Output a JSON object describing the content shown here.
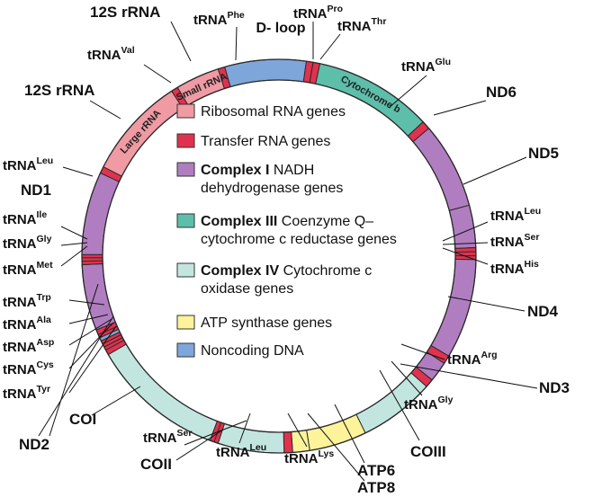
{
  "colors": {
    "rrna": "#F09AA3",
    "trna": "#E0324E",
    "complex1": "#B07EC0",
    "complex3": "#5DBFAA",
    "complex4": "#C2E6DF",
    "atp": "#FCF39A",
    "noncoding": "#7FA6DA",
    "outline": "#2a2a2a"
  },
  "arc_labels": {
    "small_rrna": "Small rRNA",
    "large_rrna": "Large rRNA",
    "cytb": "Cytochrome b",
    "dloop": "D- loop"
  },
  "legend": [
    {
      "key": "rrna",
      "bold": "",
      "text": "Ribosomal RNA genes",
      "text2": ""
    },
    {
      "key": "trna",
      "bold": "",
      "text": "Transfer RNA genes",
      "text2": ""
    },
    {
      "key": "complex1",
      "bold": "Complex I",
      "text": " NADH",
      "text2": "dehydrogenase genes"
    },
    {
      "key": "complex3",
      "bold": "Complex III",
      "text": " Coenzyme Q–",
      "text2": "cytochrome c reductase genes"
    },
    {
      "key": "complex4",
      "bold": "Complex IV",
      "text": " Cytochrome c",
      "text2": "oxidase genes"
    },
    {
      "key": "atp",
      "bold": "",
      "text": "ATP synthase genes",
      "text2": ""
    },
    {
      "key": "noncoding",
      "bold": "",
      "text": "Noncoding DNA",
      "text2": ""
    }
  ],
  "labels": {
    "s12_top": "12S rRNA",
    "s12_left": "12S rRNA",
    "trna_phe": {
      "base": "tRNA",
      "sup": "Phe"
    },
    "trna_pro": {
      "base": "tRNA",
      "sup": "Pro"
    },
    "trna_thr": {
      "base": "tRNA",
      "sup": "Thr"
    },
    "trna_val": {
      "base": "tRNA",
      "sup": "Val"
    },
    "trna_glu": {
      "base": "tRNA",
      "sup": "Glu"
    },
    "nd6": "ND6",
    "nd5": "ND5",
    "trna_leu_r": {
      "base": "tRNA",
      "sup": "Leu"
    },
    "trna_ser_r": {
      "base": "tRNA",
      "sup": "Ser"
    },
    "trna_his": {
      "base": "tRNA",
      "sup": "His"
    },
    "nd4": "ND4",
    "trna_arg": {
      "base": "tRNA",
      "sup": "Arg"
    },
    "nd3": "ND3",
    "trna_gly_r": {
      "base": "tRNA",
      "sup": "Gly"
    },
    "coiii": "COIII",
    "atp6": "ATP6",
    "atp8": "ATP8",
    "trna_lys": {
      "base": "tRNA",
      "sup": "Lys"
    },
    "trna_leu_b": {
      "base": "tRNA",
      "sup": "Leu"
    },
    "trna_ser_b": {
      "base": "tRNA",
      "sup": "Ser"
    },
    "coii": "COII",
    "coi": "COI",
    "nd2": "ND2",
    "trna_leu_l": {
      "base": "tRNA",
      "sup": "Leu"
    },
    "nd1": "ND1",
    "trna_ile": {
      "base": "tRNA",
      "sup": "Ile"
    },
    "trna_gly_l": {
      "base": "tRNA",
      "sup": "Gly"
    },
    "trna_met": {
      "base": "tRNA",
      "sup": "Met"
    },
    "trna_trp": {
      "base": "tRNA",
      "sup": "Trp"
    },
    "trna_ala": {
      "base": "tRNA",
      "sup": "Ala"
    },
    "trna_asp": {
      "base": "tRNA",
      "sup": "Asp"
    },
    "trna_cys": {
      "base": "tRNA",
      "sup": "Cys"
    },
    "trna_tyr": {
      "base": "tRNA",
      "sup": "Tyr"
    }
  }
}
